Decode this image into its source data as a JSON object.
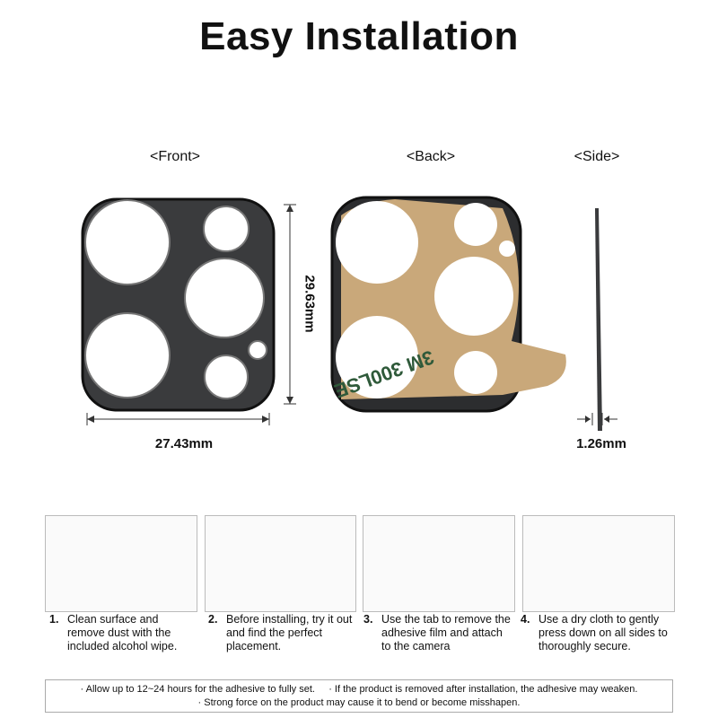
{
  "title": "Easy Installation",
  "views": {
    "front": "<Front>",
    "back": "<Back>",
    "side": "<Side>"
  },
  "dimensions": {
    "height": "29.63mm",
    "width": "27.43mm",
    "thickness": "1.26mm"
  },
  "colors": {
    "plate": "#3a3b3d",
    "adhesive": "#c9a87a",
    "adhesive_text": "#2f5a3a"
  },
  "adhesive_print": "3M 300LSE",
  "steps": [
    {
      "num": "1.",
      "text": "Clean surface and remove dust with the included alcohol wipe."
    },
    {
      "num": "2.",
      "text": "Before installing, try it out and find the perfect placement."
    },
    {
      "num": "3.",
      "text": "Use the tab to remove the adhesive film and attach to the camera"
    },
    {
      "num": "4.",
      "text": "Use a dry cloth to gently press down on all sides to thoroughly secure."
    }
  ],
  "notes": [
    "· Allow up to 12~24 hours for the adhesive to fully set.     · If the product is removed after installation, the adhesive may weaken.",
    "· Strong force on the product may cause it to bend or become misshapen."
  ]
}
